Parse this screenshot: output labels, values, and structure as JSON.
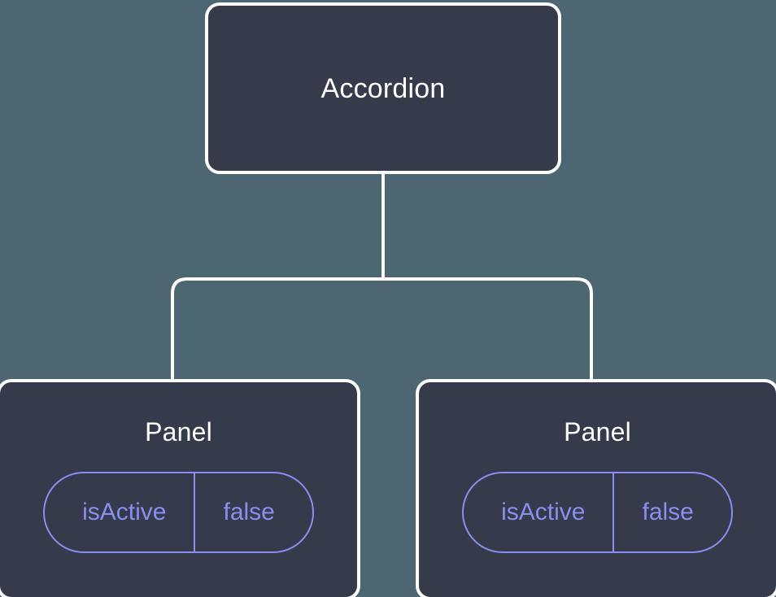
{
  "diagram": {
    "type": "component-tree",
    "background_color": "#4c6771",
    "node_fill_color": "#353b4a",
    "node_border_color": "#ffffff",
    "edge_color": "#ffffff",
    "prop_accent_color": "#8a8df2",
    "root": {
      "title": "Accordion"
    },
    "children": [
      {
        "title": "Panel",
        "props": [
          {
            "key": "isActive",
            "value": "false"
          }
        ]
      },
      {
        "title": "Panel",
        "props": [
          {
            "key": "isActive",
            "value": "false"
          }
        ]
      }
    ]
  }
}
